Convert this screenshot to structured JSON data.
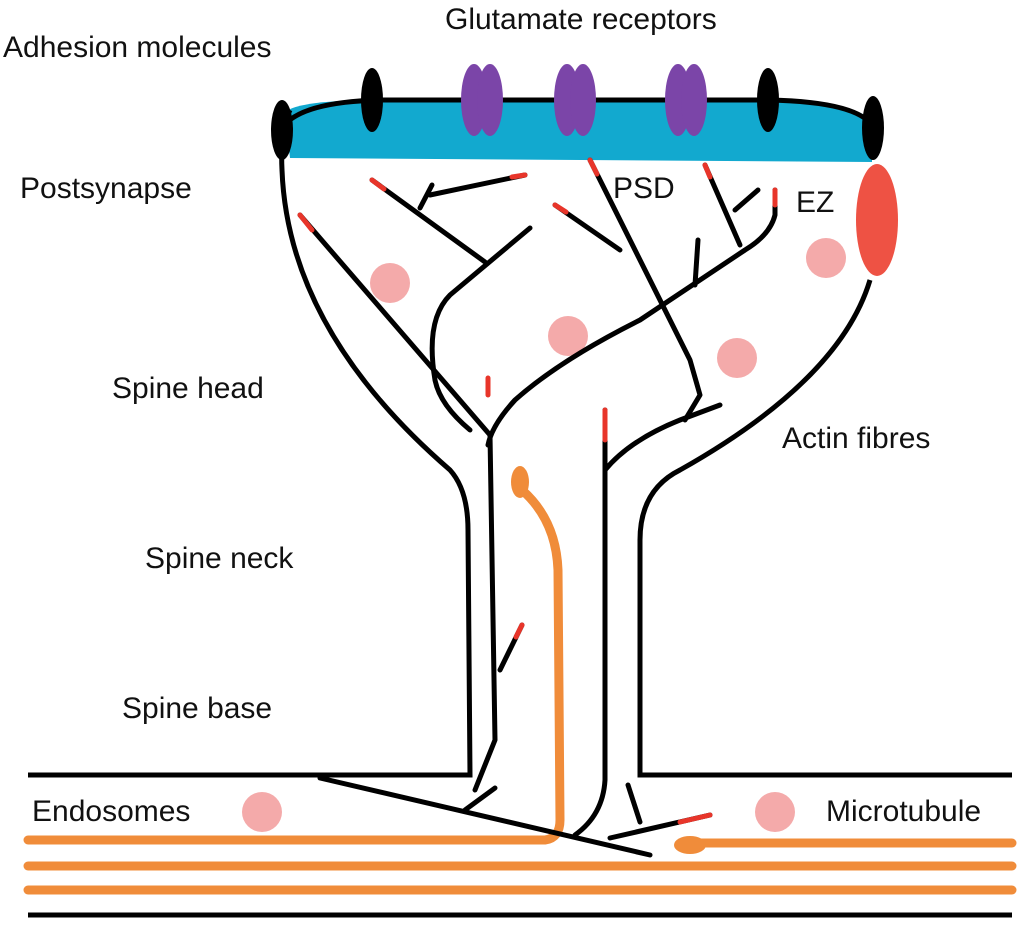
{
  "labels": {
    "glutamate_receptors": "Glutamate receptors",
    "adhesion_molecules": "Adhesion molecules",
    "postsynapse": "Postsynapse",
    "psd": "PSD",
    "ez": "EZ",
    "spine_head": "Spine head",
    "actin_fibres": "Actin fibres",
    "spine_neck": "Spine neck",
    "spine_base": "Spine base",
    "endosomes": "Endosomes",
    "microtubule": "Microtubule"
  },
  "colors": {
    "psd_fill": "#12a9cf",
    "receptor": "#7b45a8",
    "adhesion": "#000000",
    "ez": "#ee5244",
    "endosome": "#f4aaaa",
    "microtubule": "#f08c3a",
    "actin": "#000000",
    "actin_tip": "#e8352a"
  }
}
